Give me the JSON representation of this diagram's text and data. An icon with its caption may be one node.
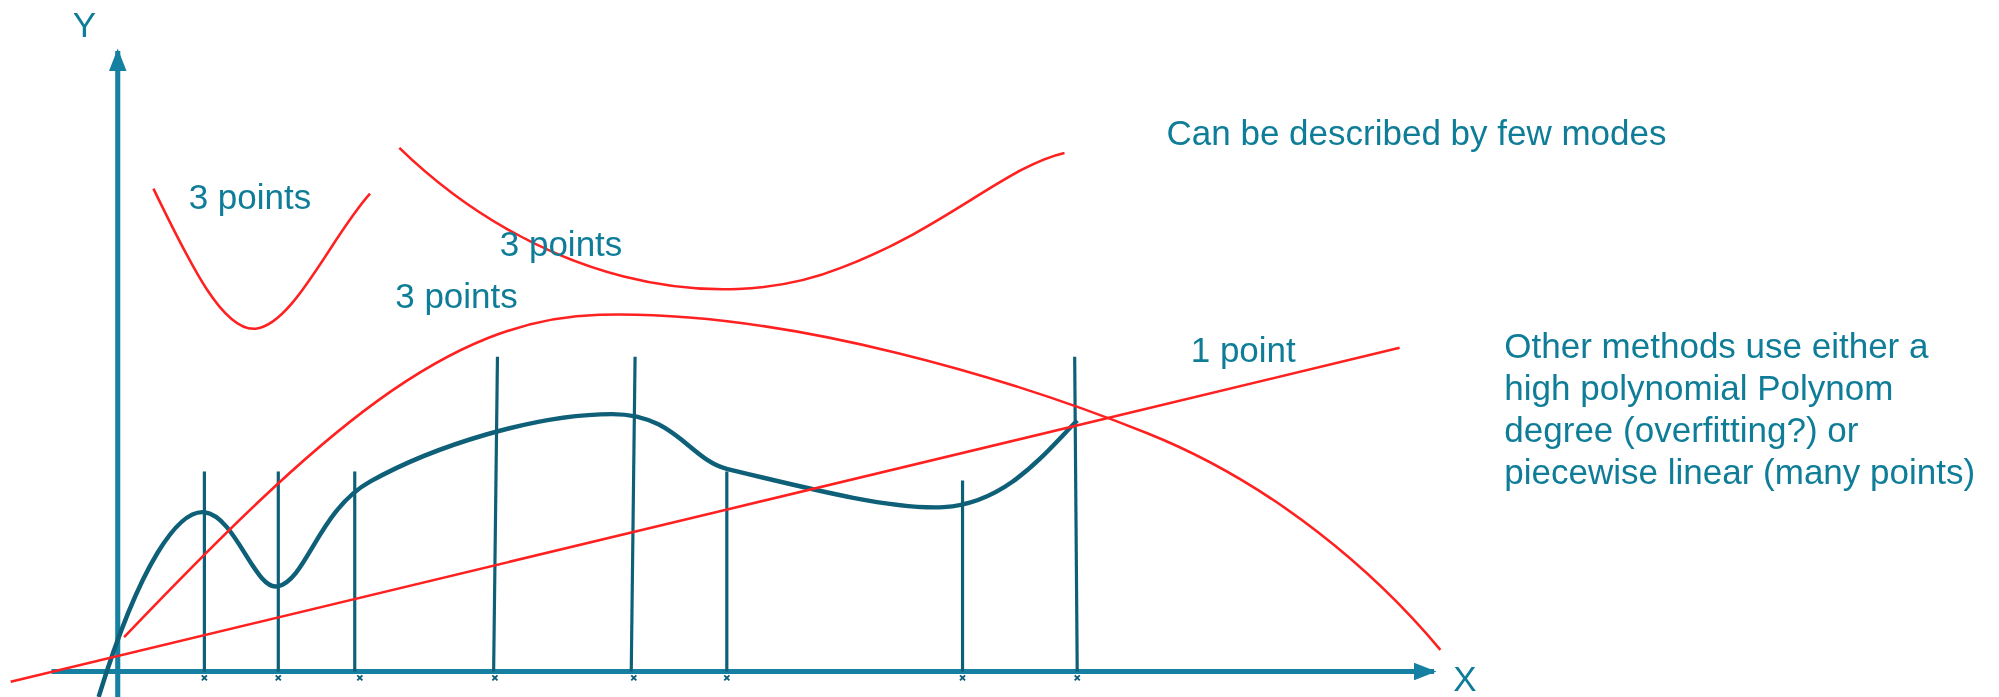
{
  "diagram": {
    "labels": [
      "Y",
      "Can be described by few modes",
      "3 points",
      "3 points",
      "3 points",
      "1 point",
      "Other methods use either a high polynomial Polynom degree (overfitting?) or piecewise linear (many points)",
      "X"
    ]
  }
}
